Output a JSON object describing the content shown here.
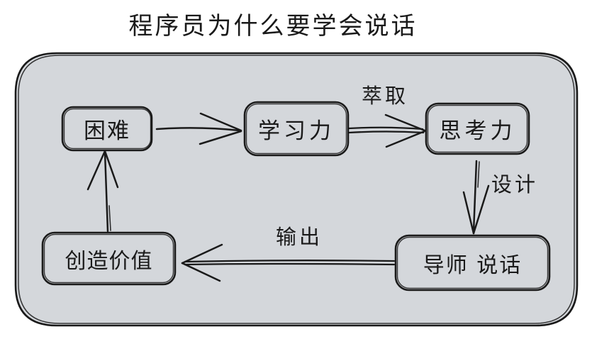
{
  "title": "程序员为什么要学会说话",
  "colors": {
    "container_fill": "#d4d7db",
    "stroke": "#1a1a1a",
    "page_background": "#ffffff"
  },
  "diagram": {
    "style": "hand-drawn sketch flowchart",
    "nodes": [
      {
        "id": "difficulty",
        "label": "困难"
      },
      {
        "id": "learning",
        "label": "学习力"
      },
      {
        "id": "thinking",
        "label": "思考力"
      },
      {
        "id": "mentor",
        "label": "导师 说话"
      },
      {
        "id": "create-value",
        "label": "创造价值"
      }
    ],
    "edges": [
      {
        "from": "困难",
        "to": "学习力",
        "label": "",
        "style": "single-line-arrow"
      },
      {
        "from": "学习力",
        "to": "思考力",
        "label": "萃取",
        "style": "double-line-arrow"
      },
      {
        "from": "思考力",
        "to": "导师 说话",
        "label": "设计",
        "style": "single-line-arrow"
      },
      {
        "from": "导师 说话",
        "to": "创造价值",
        "label": "输出",
        "style": "double-line-arrow"
      },
      {
        "from": "创造价值",
        "to": "困难",
        "label": "",
        "style": "single-line-arrow"
      }
    ]
  }
}
